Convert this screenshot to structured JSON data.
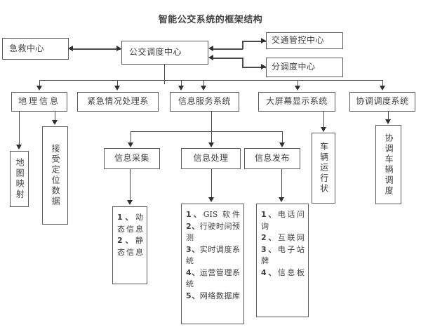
{
  "diagram": {
    "title": "智能公交系统的框架结构",
    "nodes": {
      "emergency_center": "急救中心",
      "bus_dispatch_center": "公交调度中心",
      "traffic_control_center": "交通管控中心",
      "sub_dispatch_center": "分调度中心",
      "geo_info": "地理信息",
      "emergency_handling": "紧急情况处理系",
      "info_service_system": "信息服务系统",
      "big_screen_display": "大屏幕显示系统",
      "coordinated_dispatch_system": "协调调度系统",
      "map_mapping": "地图映射",
      "receive_location_data": "接受定位数据",
      "info_collection": "信息采集",
      "info_processing": "信息处理",
      "info_publishing": "信息发布",
      "vehicle_running_status": "车辆运行状",
      "coordinate_vehicle_dispatch": "协调车辆调度"
    },
    "lists": {
      "collection_items": [
        {
          "num": "1、",
          "text": "动态信息"
        },
        {
          "num": "2、",
          "text": "静态信息"
        }
      ],
      "processing_items": [
        {
          "num": "1、",
          "text": "GIS 软件"
        },
        {
          "num": "2、",
          "text": "行驶时间预测"
        },
        {
          "num": "3、",
          "text": "实时调度系统"
        },
        {
          "num": "4、",
          "text": "运营管理系统"
        },
        {
          "num": "5、",
          "text": "网络数据库"
        }
      ],
      "publishing_items": [
        {
          "num": "1、",
          "text": "电话问询"
        },
        {
          "num": "2、",
          "text": "互联网"
        },
        {
          "num": "3、",
          "text": "电子站牌"
        },
        {
          "num": "4、",
          "text": "信息板"
        }
      ]
    },
    "colors": {
      "box_border": "#5a5a5a",
      "line": "#4a4a4a",
      "arrow": "#2f2f2f",
      "text": "#3f3f3f",
      "background": "#ffffff"
    }
  }
}
